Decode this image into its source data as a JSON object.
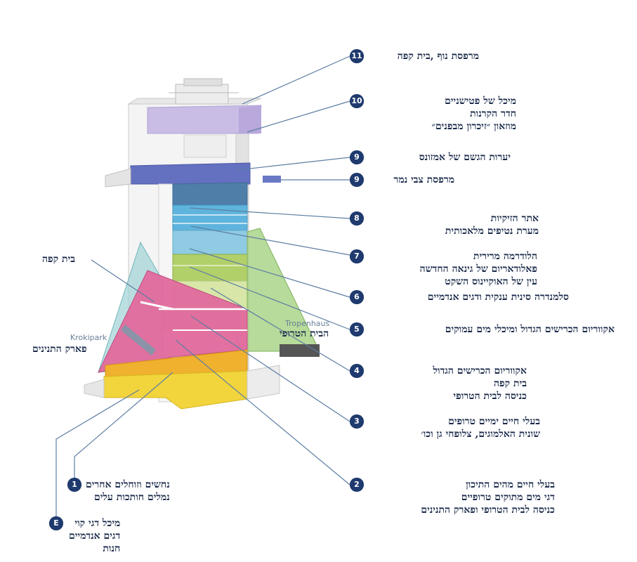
{
  "labels": [
    {
      "id": "11",
      "badge": "11",
      "lines": [
        "מרפסת נוף ,בית קפה"
      ]
    },
    {
      "id": "10",
      "badge": "10",
      "lines": [
        "מיכל של פטישניים",
        "חדר הקרנות",
        "מוזאון ״זיכרון מבפנים״"
      ]
    },
    {
      "id": "9a",
      "badge": "9",
      "lines": [
        "יערות הגשם של אמזונס"
      ]
    },
    {
      "id": "9b",
      "badge": "9",
      "lines": [
        "מרפסת צבי נמר"
      ]
    },
    {
      "id": "8",
      "badge": "8",
      "lines": [
        "אתר הזיקיות",
        "מערת נטיפים מלאכותית"
      ]
    },
    {
      "id": "7",
      "badge": "7",
      "lines": [
        "הלודרמה מרירית",
        "פאלודאריום של גינאה החדשה",
        "עין של האוקיינוס השקט"
      ]
    },
    {
      "id": "6",
      "badge": "6",
      "lines": [
        "סלמנדרה סינית ענקית ודגים אנדמיים"
      ]
    },
    {
      "id": "5",
      "badge": "5",
      "lines": [
        "אקווריום הכרישים הגדול ומיכלי מים עמוקים"
      ]
    },
    {
      "id": "4",
      "badge": "4",
      "lines": [
        "אקווריום הכרישים הגדול",
        "בית קפה",
        "כניסה לבית הטרופי"
      ]
    },
    {
      "id": "3",
      "badge": "3",
      "lines": [
        "בעלי חיים ימיים טרופים",
        "שונית האלמוגים, צלופחי גן וכו׳"
      ]
    },
    {
      "id": "2",
      "badge": "2",
      "lines": [
        "בעלי חיים מהים התיכון",
        "דגי מים מתוקים טרופיים",
        "כניסה לבית הטרופי ופארק התנינים"
      ]
    },
    {
      "id": "1",
      "badge": "1",
      "lines": [
        "נחשים וזוחלים אחרים",
        "נמלים חותכות עלים"
      ]
    },
    {
      "id": "E",
      "badge": "E",
      "lines": [
        "מיכל דגי קוי",
        "דגים אנדמיים",
        "חנות"
      ]
    },
    {
      "id": "cafe",
      "badge": "",
      "lines": [
        "בית קפה"
      ]
    },
    {
      "id": "croc",
      "badge": "",
      "lines": [
        "פארק התנינים"
      ]
    },
    {
      "id": "tropic",
      "badge": "",
      "lines": [
        "הבית הטרופי"
      ]
    }
  ],
  "subtitles": {
    "krokipark": "Krokipark",
    "tropenhaus": "Tropenhaus"
  },
  "colors": {
    "badge": "#1f3a6e",
    "leader": "#5d7ea3",
    "text": "#1a2a4a",
    "yellow": "#f2d23a",
    "orange": "#f0b02e",
    "pink": "#e0679a",
    "green": "#a9cc5a",
    "lightblue": "#7fc4e0",
    "blue": "#55aed8",
    "steel": "#4d7ca8",
    "indigo": "#5a67b8",
    "lavender": "#b9a7d8",
    "mint": "#9fd3d6"
  }
}
